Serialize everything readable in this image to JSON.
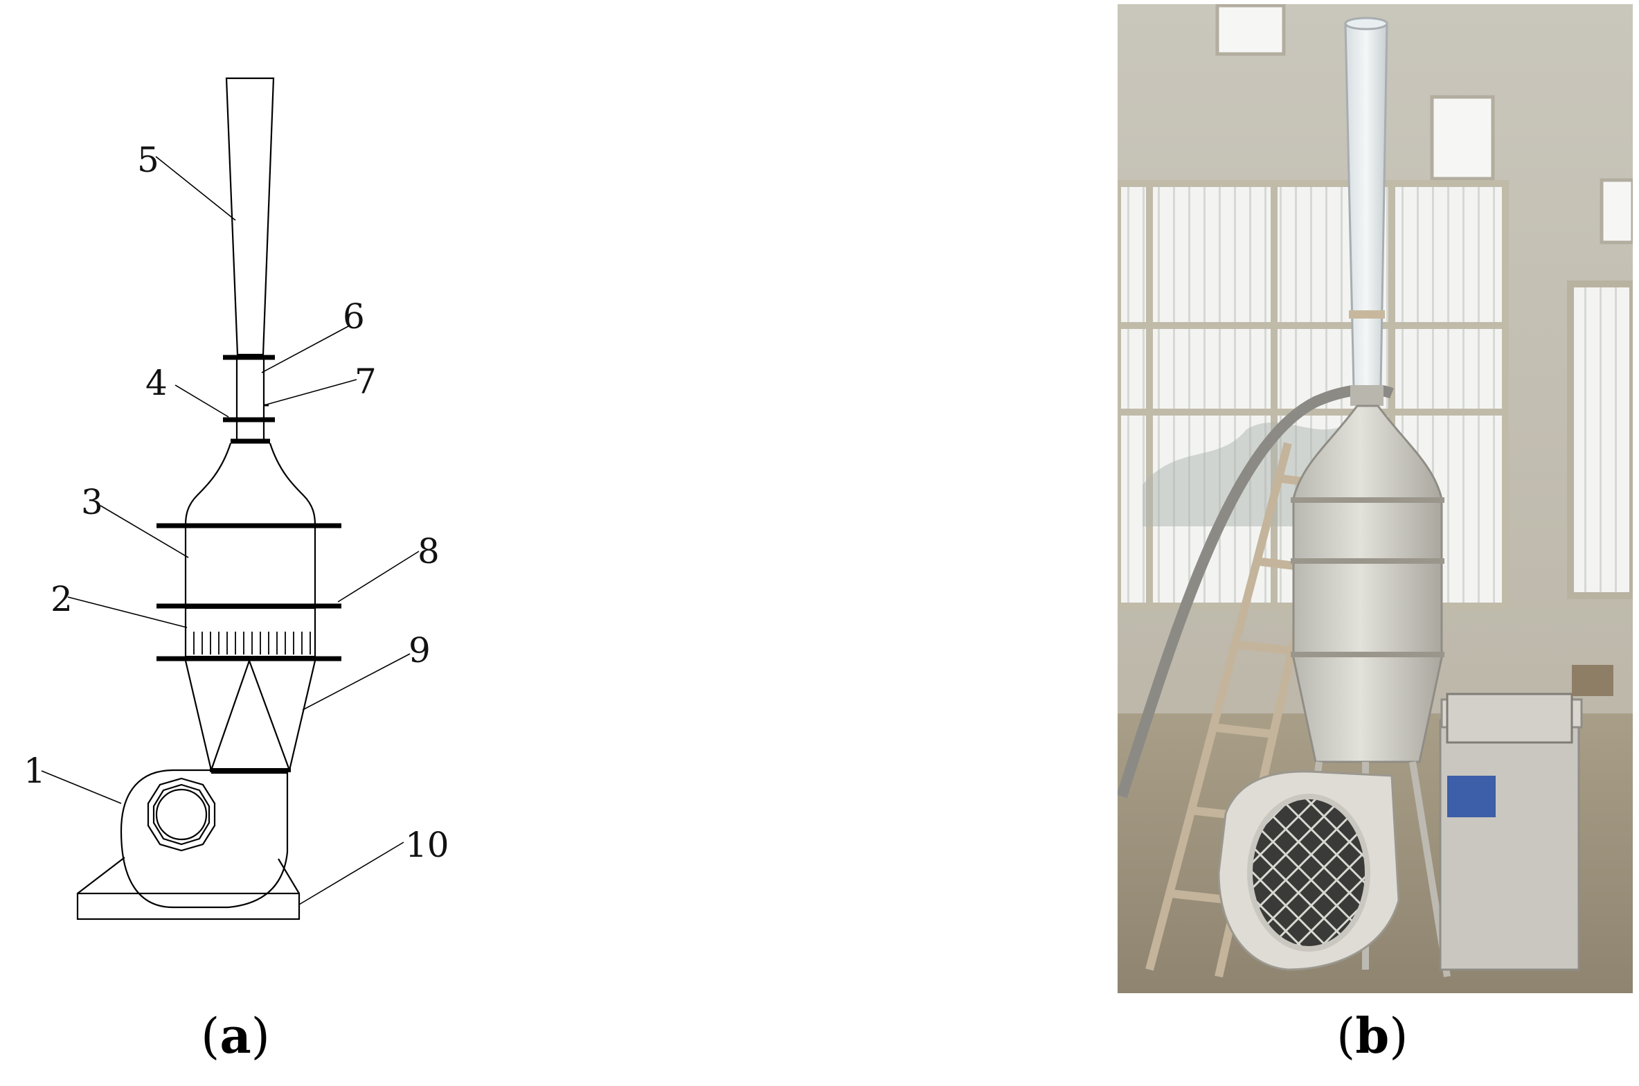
{
  "figure": {
    "panels": [
      {
        "id": "a",
        "caption_open": "(",
        "caption_letter": "a",
        "caption_close": ")"
      },
      {
        "id": "b",
        "caption_open": "(",
        "caption_letter": "b",
        "caption_close": ")"
      }
    ],
    "callouts": [
      "1",
      "2",
      "3",
      "4",
      "5",
      "6",
      "7",
      "8",
      "9",
      "10"
    ]
  }
}
